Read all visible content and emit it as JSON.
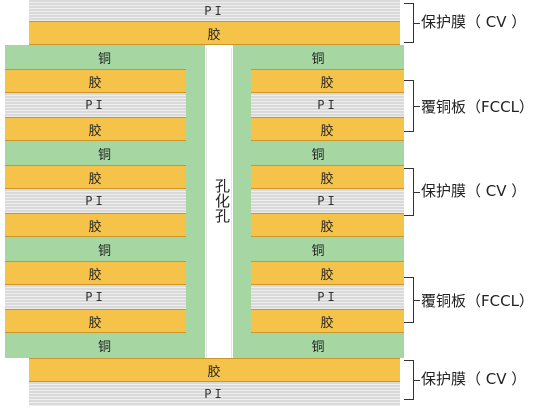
{
  "labels": {
    "copper": "铜",
    "adhesive": "胶",
    "pi": "PI",
    "hole": "孔化孔"
  },
  "legend": [
    {
      "label": "保护膜（ CV ）"
    },
    {
      "label": "覆铜板（FCCL）"
    },
    {
      "label": "保护膜（ CV ）"
    },
    {
      "label": "覆铜板（FCCL）"
    },
    {
      "label": "保护膜（ CV ）"
    }
  ],
  "colors": {
    "copper": "#a6d6a2",
    "adhesive": "#f5c34a",
    "pi": "#d9d9d9"
  }
}
